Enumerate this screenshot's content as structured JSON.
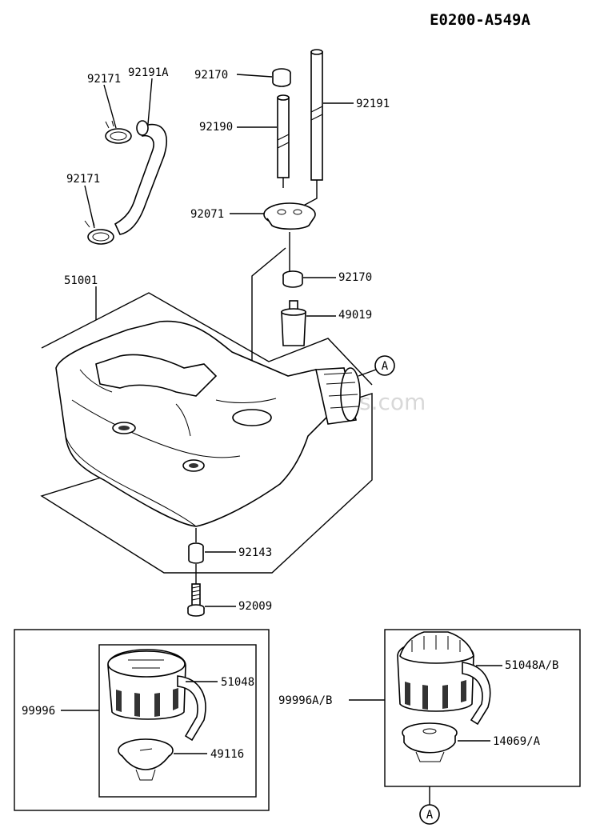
{
  "diagram_code": "E0200-A549A",
  "watermark": "ereplacementparts.com",
  "callout_symbol": "A",
  "labels": {
    "clamp_upper": "92171",
    "hose": "92191A",
    "clamp_lower": "92171",
    "seal_top": "92170",
    "tube_short": "92190",
    "tube_long": "92191",
    "grommet": "92071",
    "seal_mid": "92170",
    "filter": "49019",
    "tank": "51001",
    "collar": "92143",
    "bolt": "92009",
    "cap_left": "51048",
    "cap_assy_left": "99996",
    "gasket_left": "49116",
    "cap_right": "51048A/B",
    "cap_assy_right": "99996A/B",
    "gasket_right": "14069/A"
  }
}
